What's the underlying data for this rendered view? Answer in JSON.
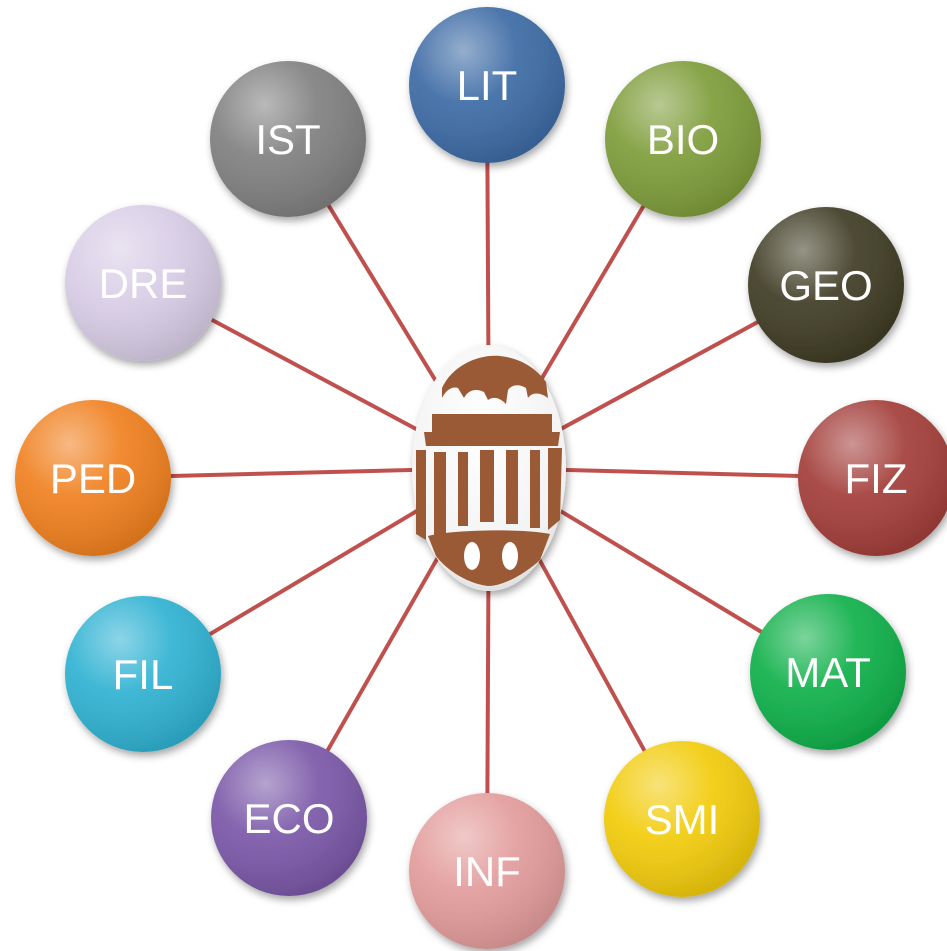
{
  "diagram": {
    "line_color": "#c0504d",
    "nodes": [
      {
        "id": "lit",
        "label": "LIT",
        "color": "#3d6ba5",
        "text_color": "#ffffff"
      },
      {
        "id": "bio",
        "label": "BIO",
        "color": "#7e9d3a",
        "text_color": "#ffffff"
      },
      {
        "id": "geo",
        "label": "GEO",
        "color": "#3f3c24",
        "text_color": "#ffffff"
      },
      {
        "id": "fiz",
        "label": "FIZ",
        "color": "#a33e3a",
        "text_color": "#ffffff"
      },
      {
        "id": "mat",
        "label": "MAT",
        "color": "#10b04a",
        "text_color": "#ffffff"
      },
      {
        "id": "smi",
        "label": "SMI",
        "color": "#f2cc0c",
        "text_color": "#ffffff"
      },
      {
        "id": "inf",
        "label": "INF",
        "color": "#e39c9c",
        "text_color": "#ffffff"
      },
      {
        "id": "eco",
        "label": "ECO",
        "color": "#7a58a8",
        "text_color": "#ffffff"
      },
      {
        "id": "fil",
        "label": "FIL",
        "color": "#2fb2d2",
        "text_color": "#ffffff"
      },
      {
        "id": "ped",
        "label": "PED",
        "color": "#f0801f",
        "text_color": "#ffffff"
      },
      {
        "id": "dre",
        "label": "DRE",
        "color": "#d8cde6",
        "text_color": "#ffffff"
      },
      {
        "id": "ist",
        "label": "IST",
        "color": "#808080",
        "text_color": "#ffffff"
      }
    ],
    "center_logo": {
      "icon": "university-building-icon",
      "color": "#9a5a34"
    }
  }
}
